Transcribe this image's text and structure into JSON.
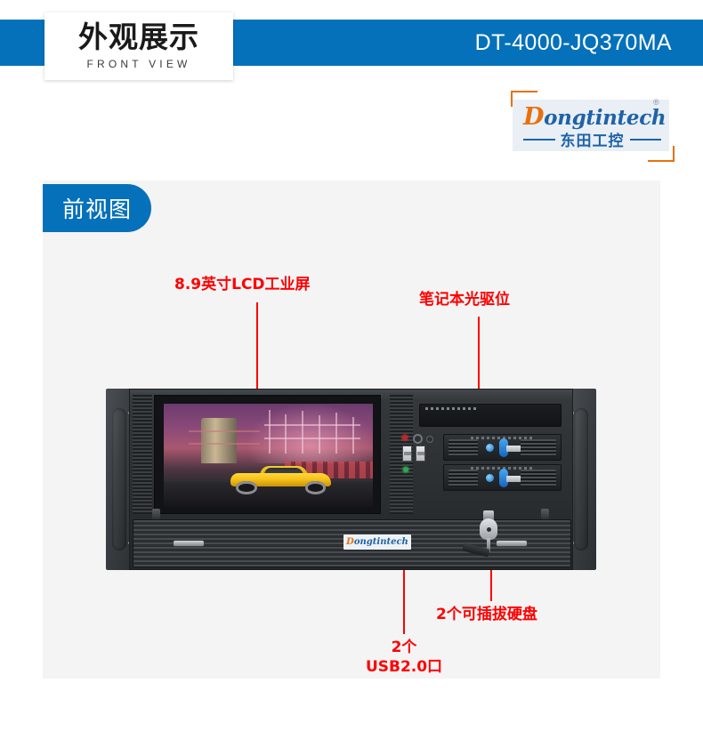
{
  "header": {
    "title_cn": "外观展示",
    "title_en": "FRONT VIEW",
    "model": "DT-4000-JQ370MA",
    "bar_color": "#0571ba"
  },
  "logo": {
    "brand_initial": "D",
    "brand_rest": "ongtintech",
    "registered_mark": "®",
    "brand_cn": "东田工控",
    "orange": "#e8700f",
    "blue": "#1f62a8"
  },
  "panel": {
    "view_badge": "前视图",
    "badge_color": "#0571ba",
    "background": "#f4f4f4"
  },
  "callouts": [
    {
      "id": "lcd",
      "label": "8.9英寸LCD工业屏",
      "color": "#ff0000"
    },
    {
      "id": "optical-drive",
      "label": "笔记本光驱位",
      "color": "#ff0000"
    },
    {
      "id": "usb",
      "label_line1": "2个",
      "label_line2": "USB2.0口",
      "color": "#ff0000"
    },
    {
      "id": "hdd",
      "label": "2个可插拔硬盘",
      "color": "#ff0000"
    }
  ],
  "device": {
    "brand_plate_initial": "D",
    "brand_plate_rest": "ongtintech",
    "screen_scene": "industrial-port-with-yellow-sports-car",
    "drive_bay_count": 2,
    "usb_port_count": 2
  }
}
